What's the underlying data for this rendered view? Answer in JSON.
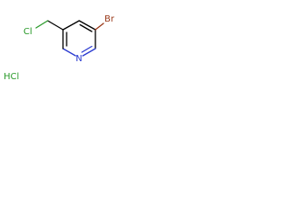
{
  "molecule": {
    "atoms": {
      "chlorine": "Cl",
      "bromine": "Br",
      "nitrogen": "N"
    },
    "salt": "HCl",
    "colors": {
      "bond": "#000000",
      "chlorine": "#2a9a2a",
      "bromine": "#9a3a1a",
      "nitrogen": "#2a3ad0",
      "salt": "#2a9a2a"
    }
  }
}
